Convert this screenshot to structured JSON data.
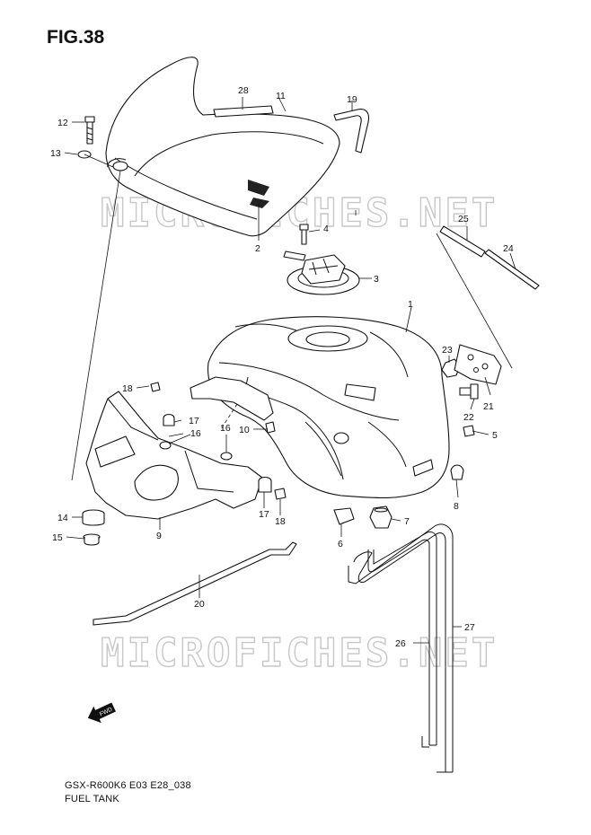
{
  "figure": {
    "title": "FIG.38",
    "model_code": "GSX-R600K6 E03 E28_038",
    "caption": "FUEL TANK"
  },
  "watermark": {
    "text": "MICROFICHES.NET"
  },
  "fwd_badge": {
    "text": "FWD",
    "icon": "front-direction-arrow-icon"
  },
  "callouts": {
    "p1": "1",
    "p2": "2",
    "p3": "3",
    "p4": "4",
    "p5": "5",
    "p6": "6",
    "p7": "7",
    "p8": "8",
    "p9": "9",
    "p10": "10",
    "p11": "11",
    "p12": "12",
    "p13": "13",
    "p14": "14",
    "p15": "15",
    "p16a": "16",
    "p16b": "16",
    "p17a": "17",
    "p17b": "17",
    "p18a": "18",
    "p18b": "18",
    "p19": "19",
    "p20": "20",
    "p21": "21",
    "p22": "22",
    "p23": "23",
    "p24": "24",
    "p25": "25",
    "p26": "26",
    "p27": "27",
    "p28": "28"
  }
}
